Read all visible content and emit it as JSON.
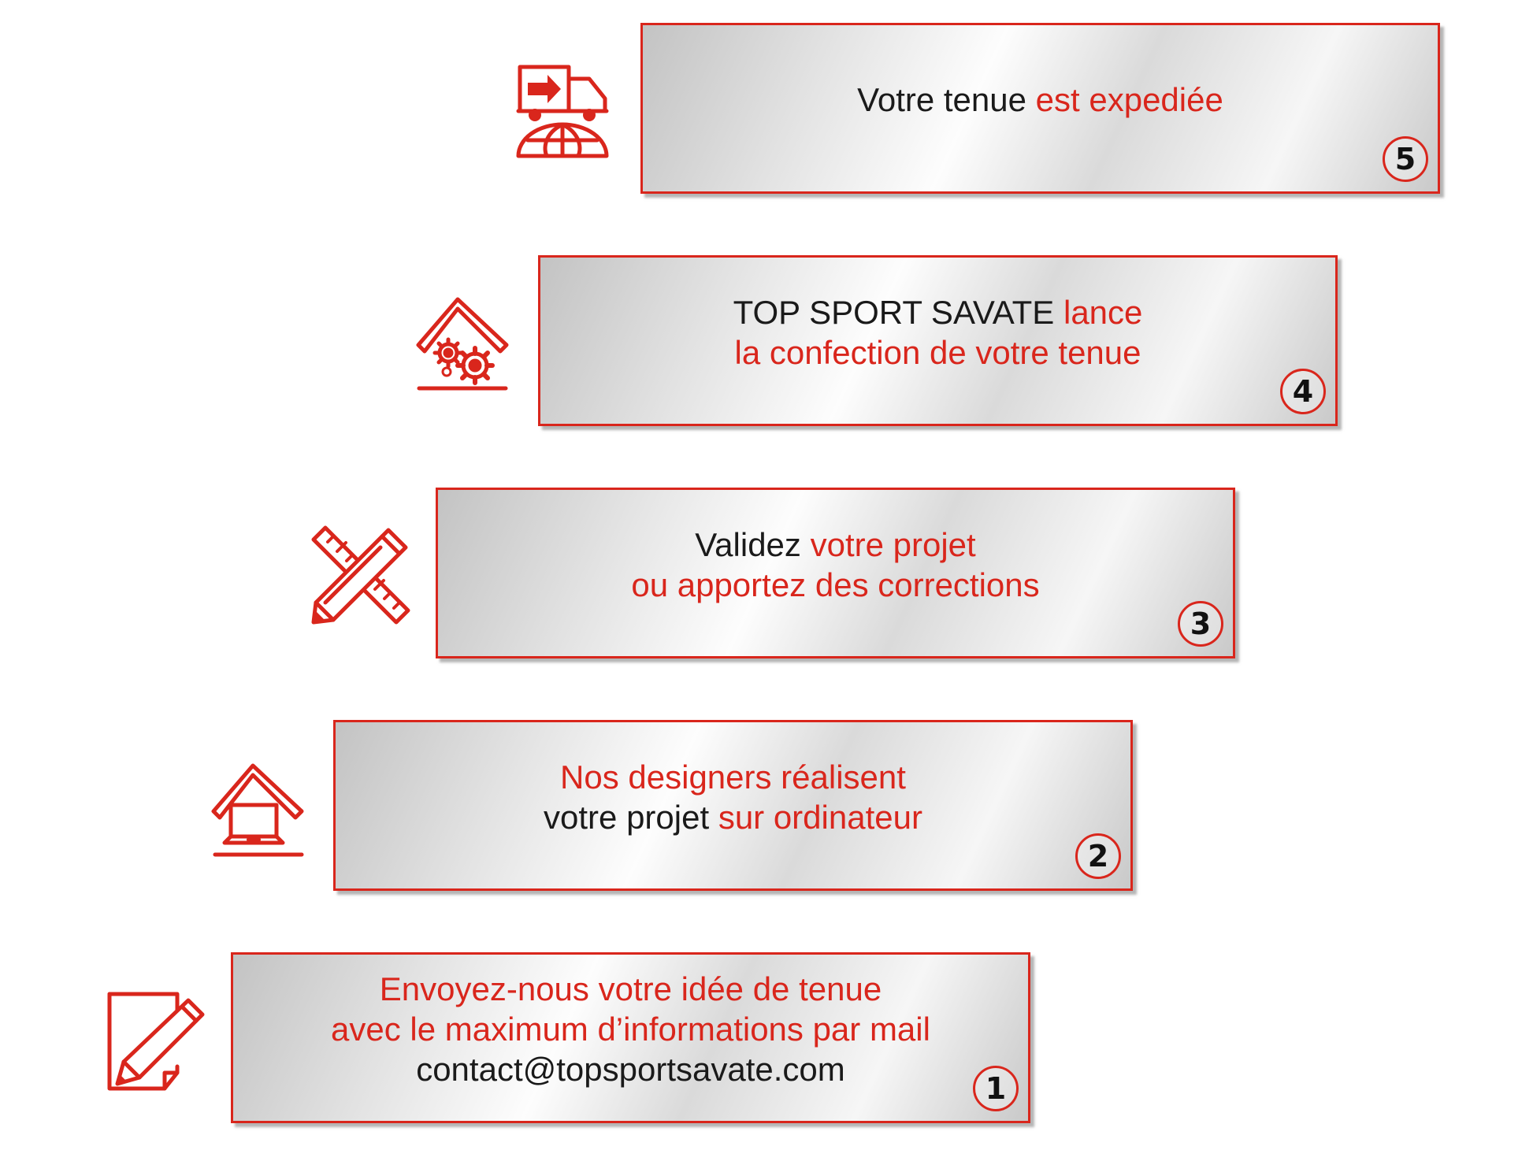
{
  "colors": {
    "accent": "#d9261c",
    "text": "#1a1a1a"
  },
  "steps": [
    {
      "number": "5",
      "icon": "delivery-truck-globe-icon",
      "lines": [
        [
          {
            "text": "Votre tenue ",
            "tone": "dark"
          },
          {
            "text": "est expediée",
            "tone": "red"
          }
        ]
      ]
    },
    {
      "number": "4",
      "icon": "factory-gears-icon",
      "lines": [
        [
          {
            "text": "TOP SPORT SAVATE ",
            "tone": "dark"
          },
          {
            "text": "lance",
            "tone": "red"
          }
        ],
        [
          {
            "text": "la confection de votre tenue",
            "tone": "red"
          }
        ]
      ]
    },
    {
      "number": "3",
      "icon": "ruler-pencil-icon",
      "lines": [
        [
          {
            "text": "Validez ",
            "tone": "dark"
          },
          {
            "text": "votre projet",
            "tone": "red"
          }
        ],
        [
          {
            "text": "ou apportez des corrections",
            "tone": "red"
          }
        ]
      ]
    },
    {
      "number": "2",
      "icon": "laptop-house-icon",
      "lines": [
        [
          {
            "text": "Nos designers réalisent",
            "tone": "red"
          }
        ],
        [
          {
            "text": "votre projet ",
            "tone": "dark"
          },
          {
            "text": "sur ordinateur",
            "tone": "red"
          }
        ]
      ]
    },
    {
      "number": "1",
      "icon": "note-pencil-icon",
      "lines": [
        [
          {
            "text": "Envoyez-nous votre idée de tenue",
            "tone": "red"
          }
        ],
        [
          {
            "text": "avec le maximum d’informations par mail",
            "tone": "red"
          }
        ],
        [
          {
            "text": "contact@topsportsavate.com",
            "tone": "dark"
          }
        ]
      ]
    }
  ]
}
